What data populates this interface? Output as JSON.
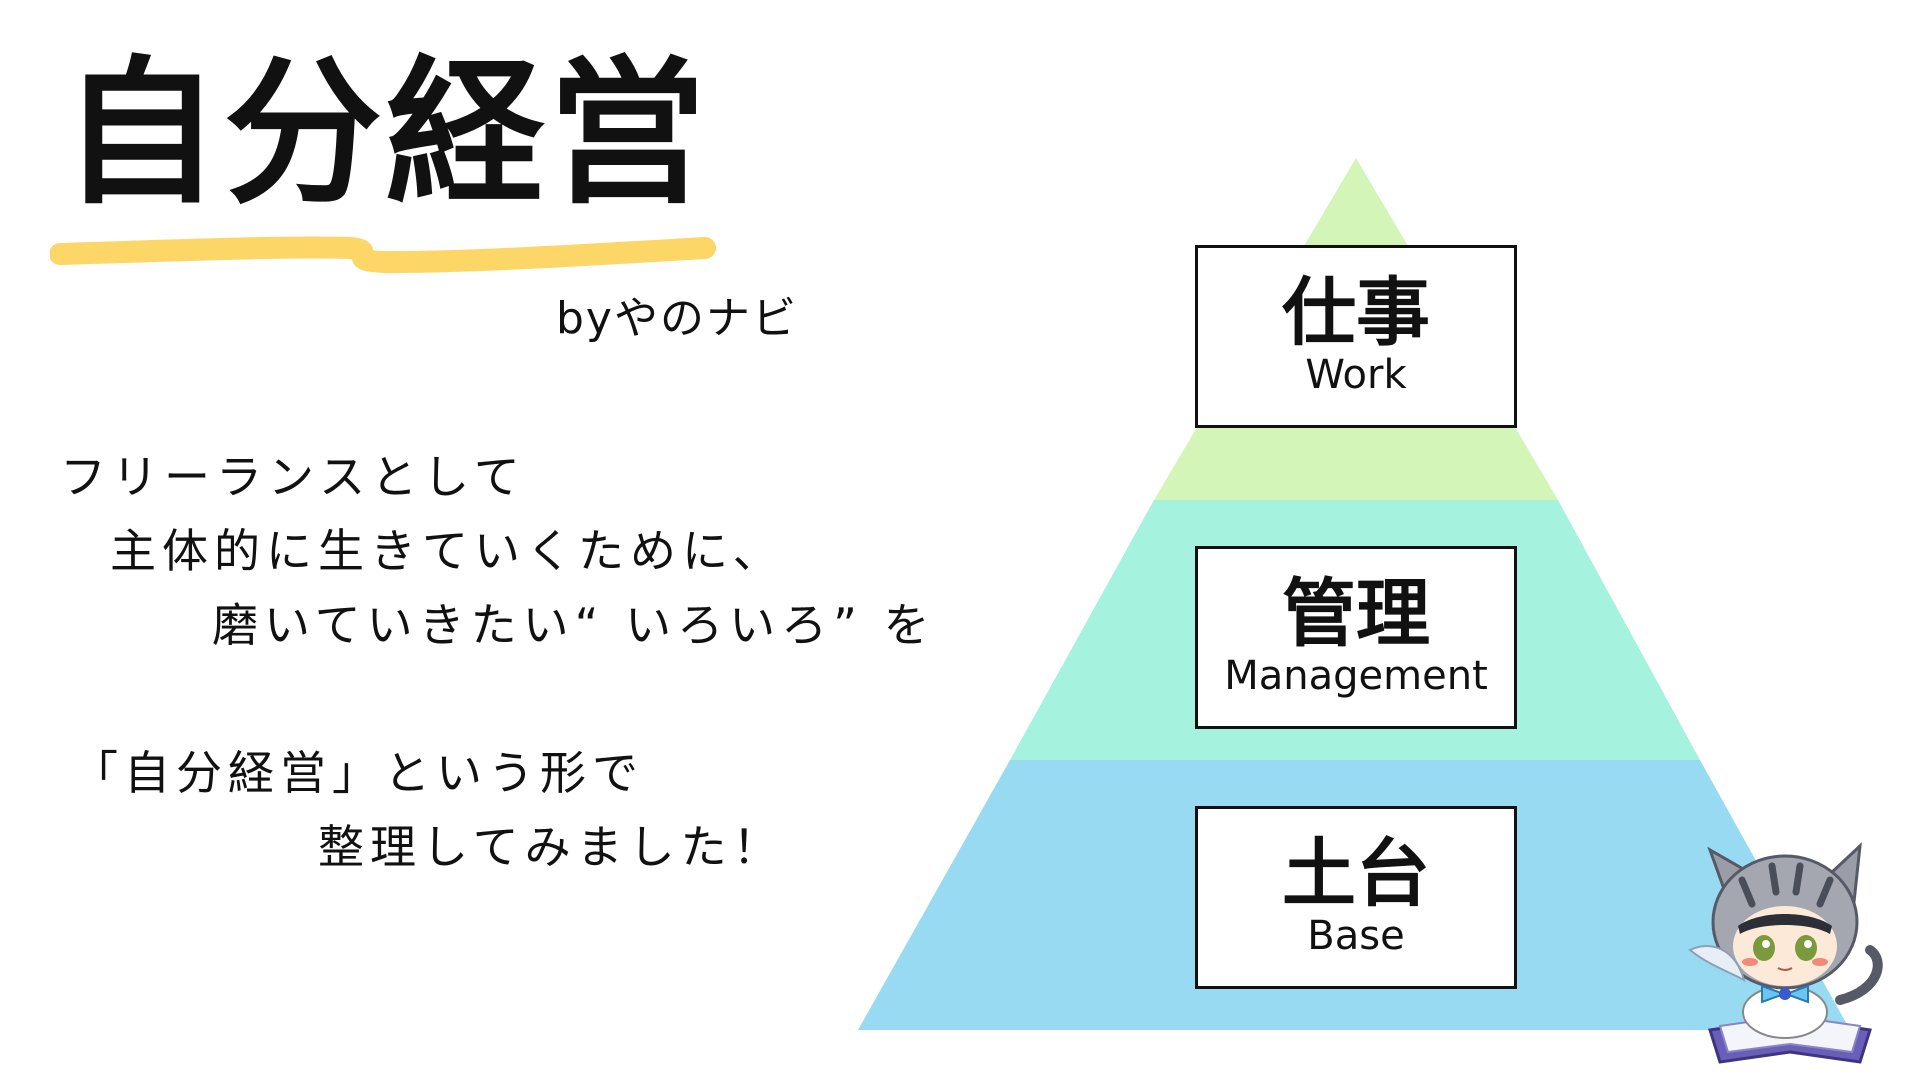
{
  "header": {
    "title": "自分経営",
    "byline": "byやのナビ"
  },
  "intro": {
    "lines": [
      "フリーランスとして",
      "主体的に生きていくために、",
      "磨いていきたい“ いろいろ” を",
      "",
      "「自分経営」という形で",
      "整理してみました！"
    ]
  },
  "pyramid": {
    "tiers": [
      {
        "jp": "仕事",
        "en": "Work",
        "color": "#d3f5b8"
      },
      {
        "jp": "管理",
        "en": "Management",
        "color": "#a5f2df"
      },
      {
        "jp": "土台",
        "en": "Base",
        "color": "#98daf2"
      }
    ]
  },
  "colors": {
    "underline": "#fcd768"
  }
}
